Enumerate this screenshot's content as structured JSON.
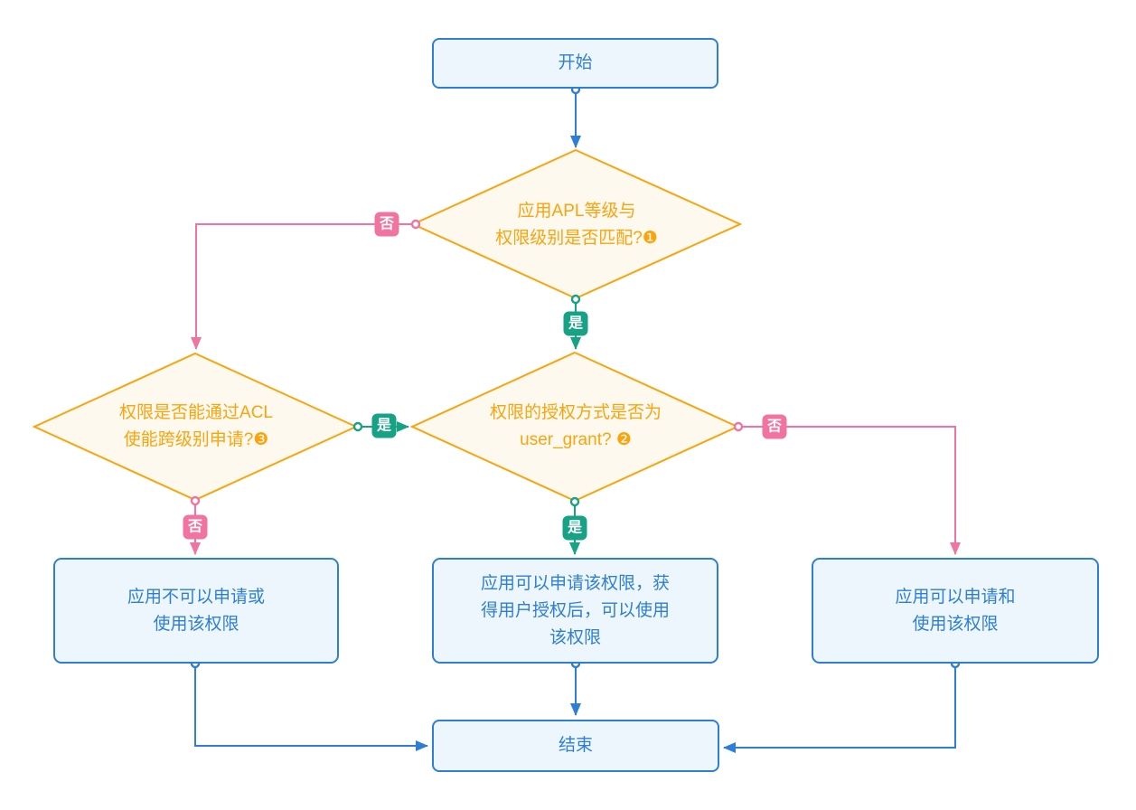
{
  "colors": {
    "blue": "#2E7FD3",
    "blue_fill": "#EEF6FD",
    "orange": "#F9A40D",
    "orange_fill": "#FEF9EE",
    "pink": "#F1739F",
    "teal": "#17A185"
  },
  "flow": {
    "start": {
      "label": "开始"
    },
    "decision_apl_match": {
      "lines": [
        "应用APL等级与",
        "权限级别是否匹配?❶"
      ]
    },
    "decision_acl": {
      "lines": [
        "权限是否能通过ACL",
        "使能跨级别申请?❸"
      ]
    },
    "decision_user_grant": {
      "lines": [
        "权限的授权方式是否为",
        "user_grant? ❷"
      ]
    },
    "result_deny": {
      "lines": [
        "应用不可以申请或",
        "使用该权限"
      ]
    },
    "result_user_grant": {
      "lines": [
        "应用可以申请该权限，获",
        "得用户授权后，可以使用",
        "该权限"
      ]
    },
    "result_allow": {
      "lines": [
        "应用可以申请和",
        "使用该权限"
      ]
    },
    "end": {
      "label": "结束"
    },
    "edge_labels": {
      "yes": "是",
      "no": "否"
    }
  }
}
